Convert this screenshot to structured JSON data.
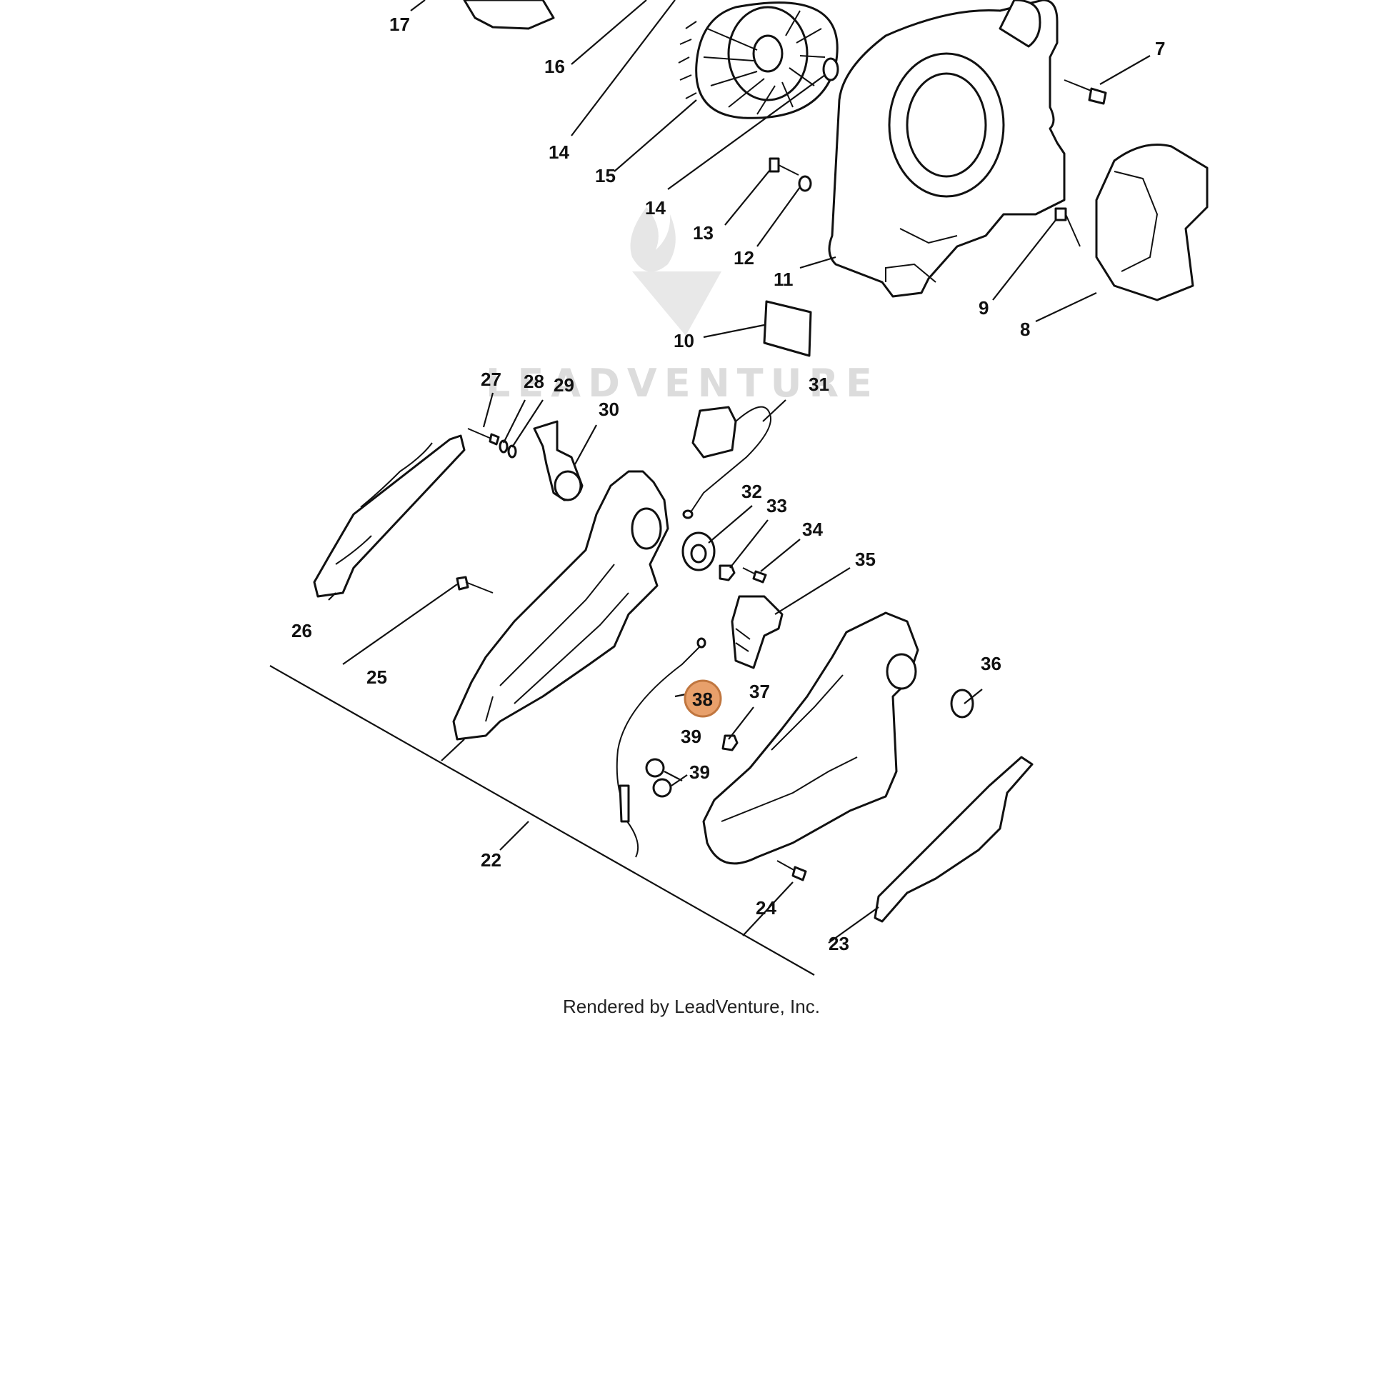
{
  "diagram": {
    "watermark_text": "LEADVENTURE",
    "footer_text": "Rendered by LeadVenture, Inc.",
    "highlight_color": "#E8A06B",
    "highlight_stroke": "#C0763F",
    "callouts": [
      "17",
      "16",
      "14",
      "15",
      "14",
      "13",
      "12",
      "11",
      "10",
      "7",
      "9",
      "8",
      "27",
      "28",
      "29",
      "30",
      "31",
      "32",
      "33",
      "34",
      "35",
      "26",
      "25",
      "38",
      "37",
      "36",
      "39",
      "39",
      "22",
      "24",
      "23"
    ],
    "highlighted_callout": "38"
  }
}
